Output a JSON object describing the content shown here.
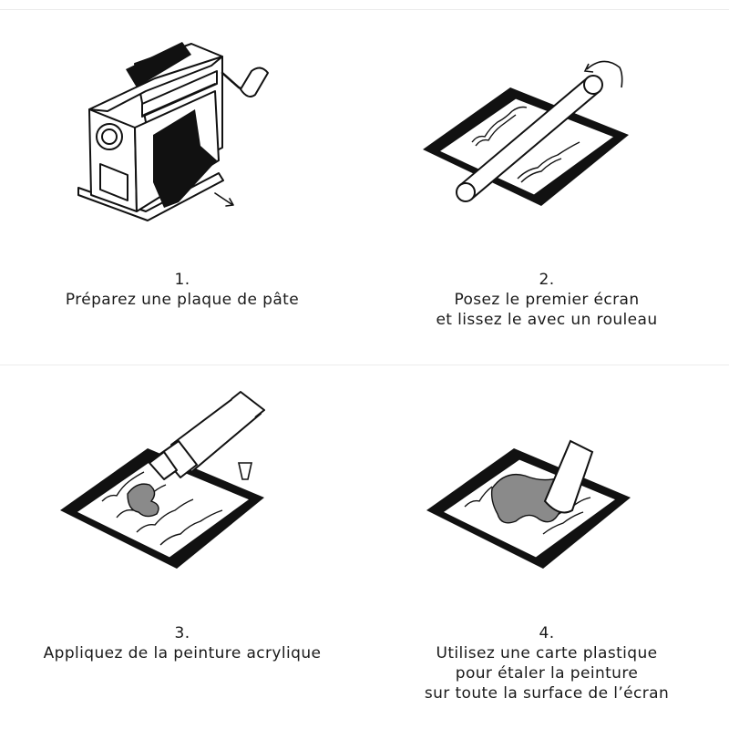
{
  "steps": [
    {
      "number": "1.",
      "lines": [
        "Préparez une plaque de pâte"
      ]
    },
    {
      "number": "2.",
      "lines": [
        "Posez le premier écran",
        "et lissez le avec un rouleau"
      ]
    },
    {
      "number": "3.",
      "lines": [
        "Appliquez de la peinture acrylique"
      ]
    },
    {
      "number": "4.",
      "lines": [
        "Utilisez une carte plastique",
        "pour étaler la peinture",
        "sur toute la surface de l’écran"
      ]
    }
  ],
  "colors": {
    "ink": "#111111",
    "paint": "#8a8a8a",
    "paper": "#ffffff",
    "divider": "#ececec"
  },
  "icons": [
    "pasta-machine-icon",
    "rolling-pin-icon",
    "paint-tube-icon",
    "plastic-card-icon"
  ]
}
